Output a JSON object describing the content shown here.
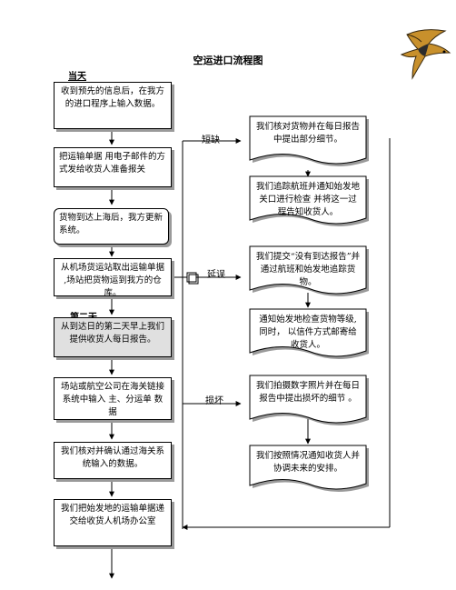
{
  "title": "空运进口流程图",
  "days": {
    "day1": "当天",
    "day2": "第二天"
  },
  "left_steps": [
    "收到预先的信息后，在我方的进口程序上输入数据。",
    "把运输单据 用电子邮件的方式发给收货人准备报关",
    "货物到达上海后，我方更新系统。",
    "从机场货运站取出运输单据 ,场站把货物运到我方的仓库。",
    "从到达日的第二天早上我们提供收货人每日报告。",
    "场站或航空公司在海关链接系统中输入 主、分运单 数据",
    "我们核对并确认通过海关系统输入的数据。",
    "我们把始发地的运输单据递交给收货人机场办公室"
  ],
  "right_steps": [
    "我们核对货物并在每日报告中提出部分细节。",
    "我们追踪航班并通知始发地关口进行检查 并将这一过程告知收货人。",
    "我们提交“没有到达报告”并通过航班和始发地追踪货物。",
    "通知始发地检查货物等级, 同时， 以信件方式邮寄给收货人。",
    "我们拍摄数字照片并在每日报告中提出损坏的细节 。",
    "我们按照情况通知收货人并 协调未来的安排。"
  ],
  "branch_labels": {
    "shortage": "短缺",
    "delay": "延误",
    "damage": "损坏"
  },
  "icons": {
    "logo": "swallow-bird-icon"
  },
  "colors": {
    "line": "#000000",
    "shadow": "#9a9a9a",
    "grey_box": "#e0e0e0"
  }
}
